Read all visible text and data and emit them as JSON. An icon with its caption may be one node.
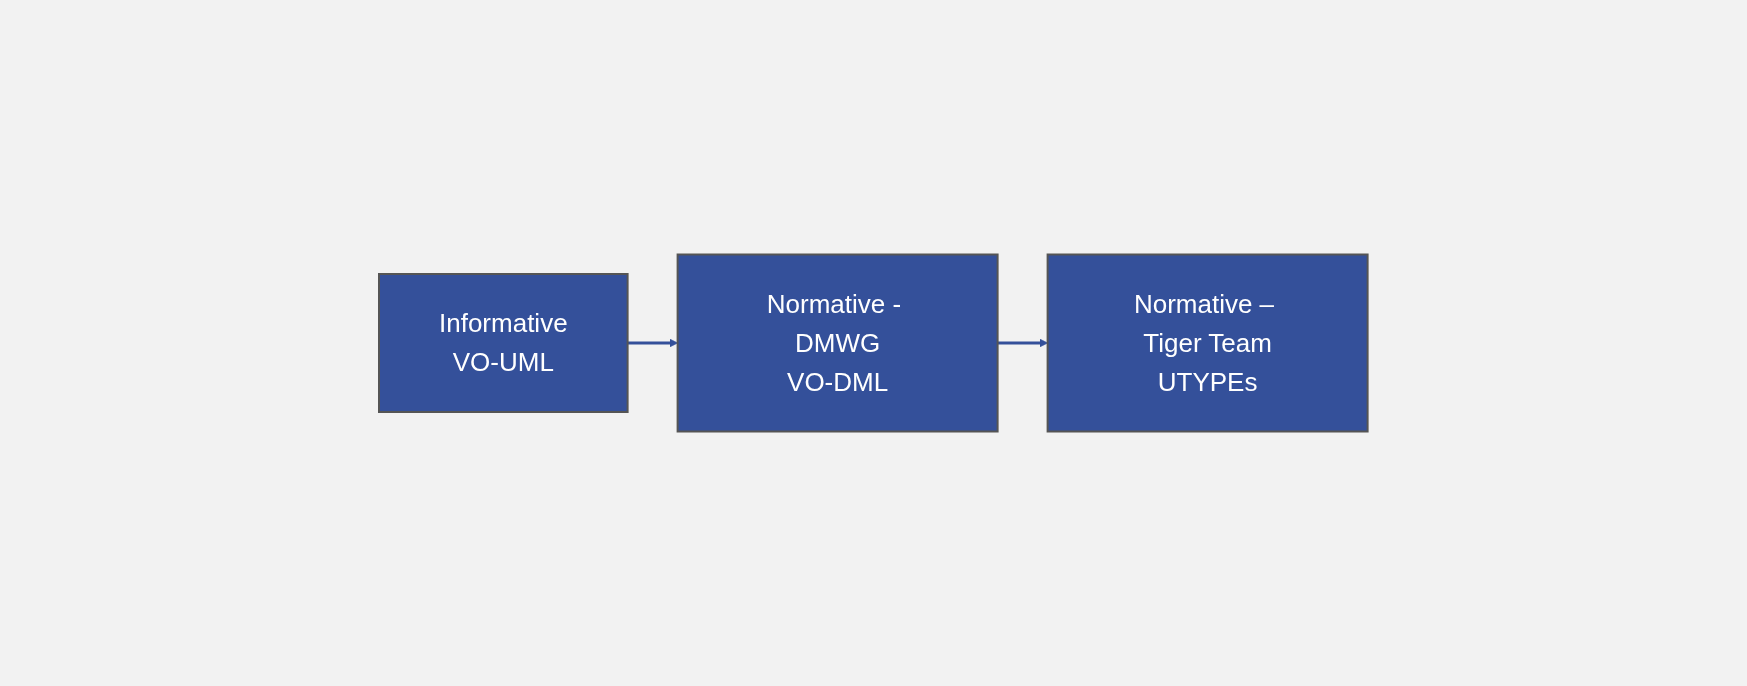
{
  "diagram": {
    "nodes": [
      {
        "text": [
          "Informative",
          "VO-UML"
        ]
      },
      {
        "text": [
          "Normative - DMWG",
          "VO-DML"
        ]
      },
      {
        "text": [
          "Normative – Tiger Team",
          "UTYPEs"
        ]
      }
    ],
    "edges": [
      {
        "from": 0,
        "to": 1,
        "arrow": "to"
      },
      {
        "from": 1,
        "to": 2,
        "arrow": "to"
      }
    ]
  }
}
